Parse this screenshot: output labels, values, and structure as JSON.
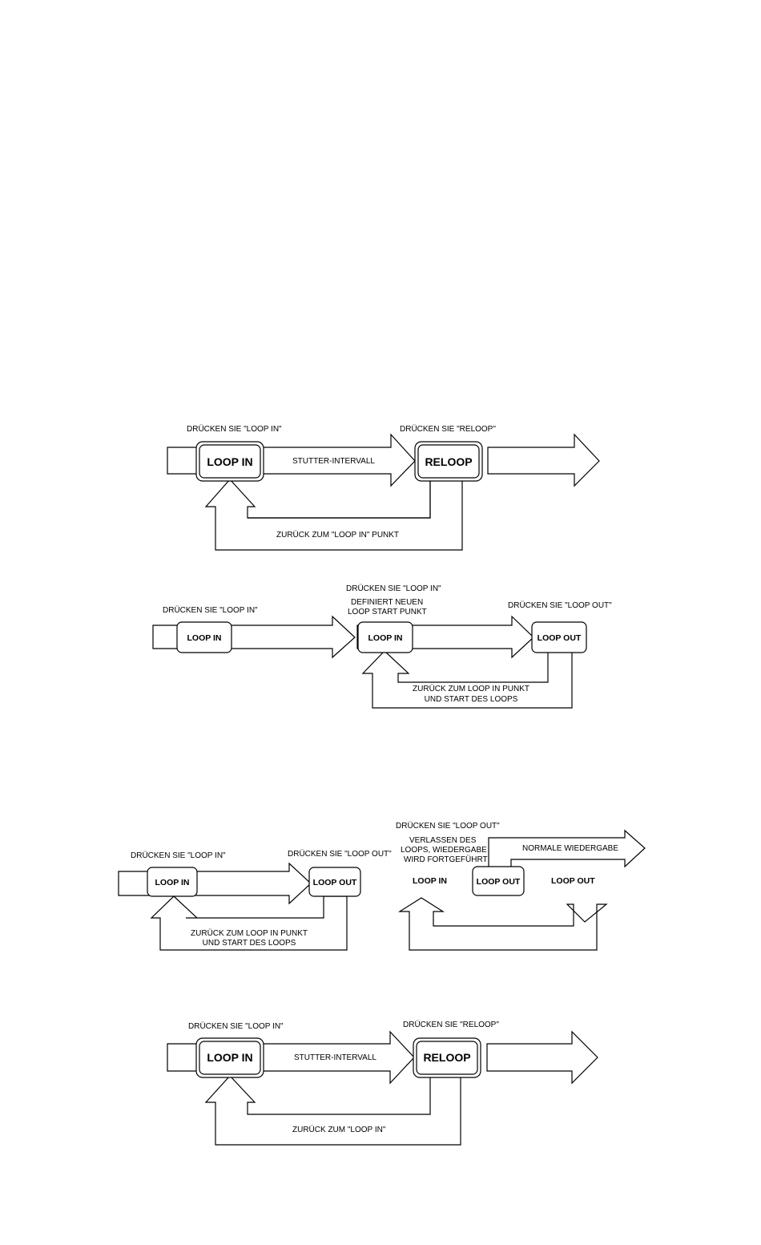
{
  "diagram1": {
    "press_loop_in": "DRÜCKEN SIE \"LOOP IN\"",
    "press_reloop": "DRÜCKEN SIE \"RELOOP\"",
    "btn_loop_in": "LOOP IN",
    "btn_reloop": "RELOOP",
    "stutter": "STUTTER-INTERVALL",
    "return": "ZURÜCK ZUM \"LOOP IN\" PUNKT"
  },
  "diagram2": {
    "press_loop_in_1": "DRÜCKEN SIE \"LOOP IN\"",
    "press_loop_in_2": "DRÜCKEN SIE \"LOOP IN\"",
    "defines_1": "DEFINIERT NEUEN",
    "defines_2": "LOOP START PUNKT",
    "press_loop_out": "DRÜCKEN SIE \"LOOP OUT\"",
    "btn_loop_in_1": "LOOP IN",
    "btn_loop_in_2": "LOOP IN",
    "btn_loop_out": "LOOP OUT",
    "return_1": "ZURÜCK ZUM LOOP IN PUNKT",
    "return_2": "UND START DES LOOPS"
  },
  "diagram3": {
    "press_loop_in": "DRÜCKEN SIE \"LOOP IN\"",
    "press_loop_out": "DRÜCKEN SIE \"LOOP OUT\"",
    "btn_loop_in": "LOOP IN",
    "btn_loop_out": "LOOP OUT",
    "return_1": "ZURÜCK ZUM LOOP IN PUNKT",
    "return_2": "UND START DES LOOPS"
  },
  "diagram4": {
    "press_loop_out": "DRÜCKEN SIE \"LOOP OUT\"",
    "exit_1": "VERLASSEN DES",
    "exit_2": "LOOPS, WIEDERGABE",
    "exit_3": "WIRD FORTGEFÜHRT",
    "normal": "NORMALE WIEDERGABE",
    "label_loop_in": "LOOP IN",
    "btn_loop_out": "LOOP OUT",
    "label_loop_out": "LOOP OUT"
  },
  "diagram5": {
    "press_loop_in": "DRÜCKEN SIE \"LOOP IN\"",
    "press_reloop": "DRÜCKEN SIE \"RELOOP\"",
    "btn_loop_in": "LOOP IN",
    "btn_reloop": "RELOOP",
    "stutter": "STUTTER-INTERVALL",
    "return": "ZURÜCK ZUM \"LOOP IN\""
  }
}
